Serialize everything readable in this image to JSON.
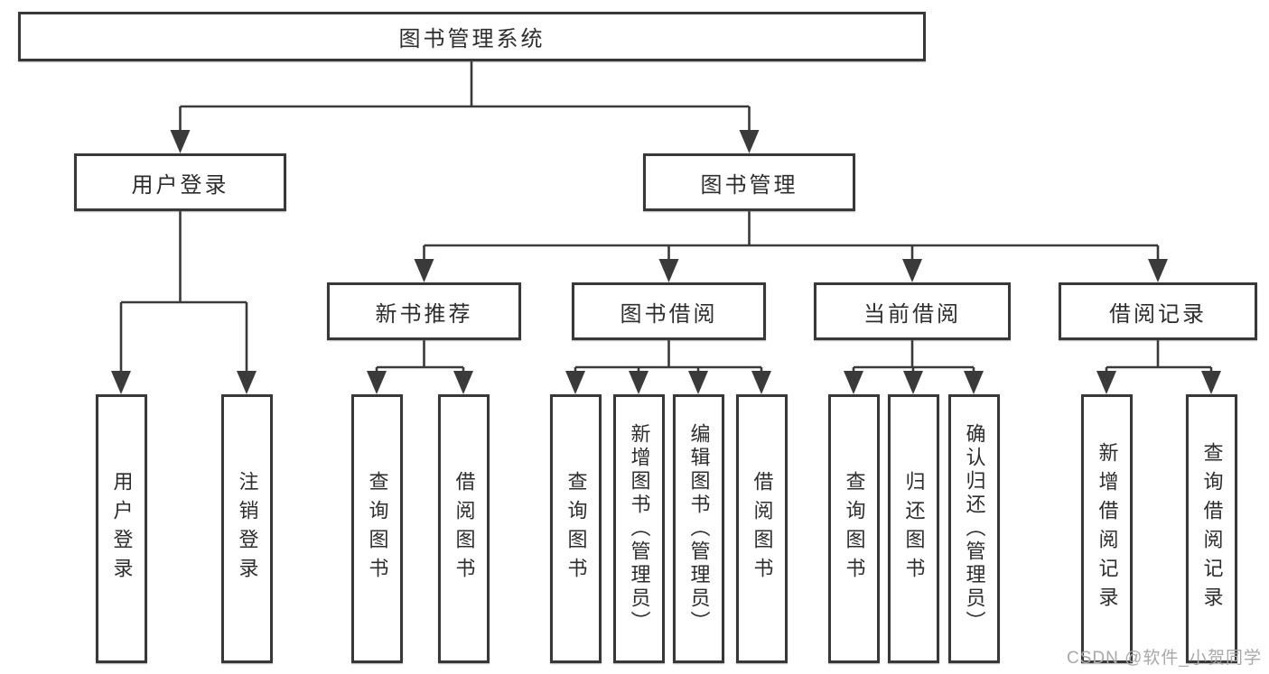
{
  "tree": {
    "root": {
      "label": "图书管理系统"
    },
    "branches": [
      {
        "label": "用户登录",
        "children": [
          {
            "label": "用户登录"
          },
          {
            "label": "注销登录"
          }
        ]
      },
      {
        "label": "图书管理",
        "children": [
          {
            "label": "新书推荐",
            "children": [
              {
                "label": "查询图书"
              },
              {
                "label": "借阅图书"
              }
            ]
          },
          {
            "label": "图书借阅",
            "children": [
              {
                "label": "查询图书"
              },
              {
                "label": "新增图书（管理员）"
              },
              {
                "label": "编辑图书（管理员）"
              },
              {
                "label": "借阅图书"
              }
            ]
          },
          {
            "label": "当前借阅",
            "children": [
              {
                "label": "查询图书"
              },
              {
                "label": "归还图书"
              },
              {
                "label": "确认归还（管理员）"
              }
            ]
          },
          {
            "label": "借阅记录",
            "children": [
              {
                "label": "新增借阅记录"
              },
              {
                "label": "查询借阅记录"
              }
            ]
          }
        ]
      }
    ]
  },
  "watermark": {
    "text": "CSDN @软件_小贺同学",
    "color": "#a8a8a8"
  },
  "colors": {
    "line": "#3a3a3a",
    "box_border": "#383838",
    "box_fill": "#ffffff",
    "text": "#2d2d2d"
  }
}
